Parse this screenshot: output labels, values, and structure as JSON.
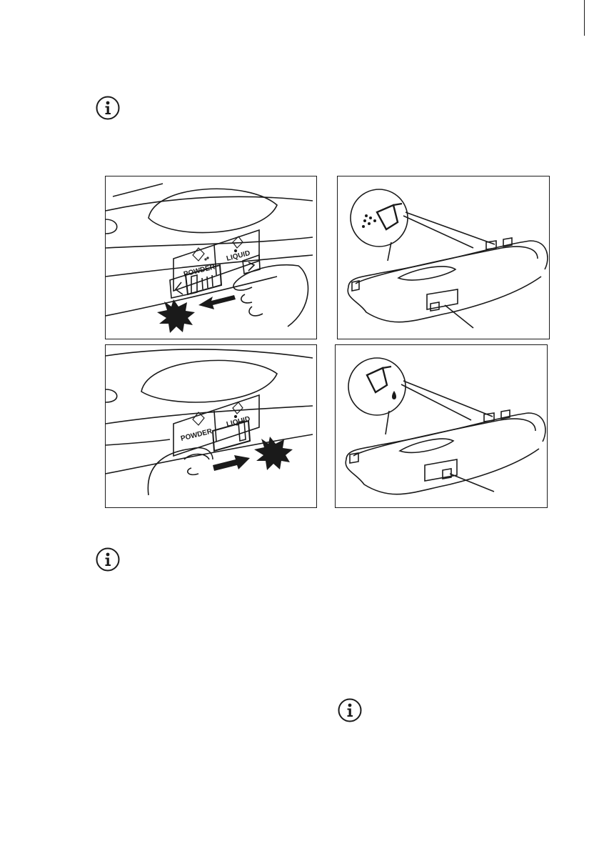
{
  "icons": {
    "info": "info-circle-icon",
    "powder": "powder-cup-icon",
    "liquid": "liquid-cup-icon",
    "arrow_left": "arrow-left-icon",
    "arrow_right": "arrow-right-icon",
    "click_burst": "click-burst-icon"
  },
  "figures": {
    "top_left": {
      "label_powder": "POWDER",
      "label_liquid": "LIQUID"
    },
    "bottom_left": {
      "label_powder": "POWDER",
      "label_liquid": "LIQUID"
    }
  },
  "colors": {
    "line": "#1a1a1a",
    "background": "#ffffff"
  }
}
